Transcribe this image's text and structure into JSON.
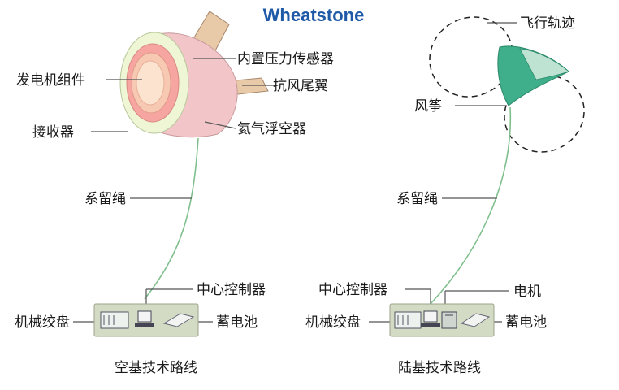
{
  "title": "Wheatstone",
  "airborne": {
    "labels": {
      "generator": "发电机组件",
      "receiver": "接收器",
      "pressure_sensor": "内置压力传感器",
      "tail_wing": "抗风尾翼",
      "helium_body": "氦气浮空器",
      "tether": "系留绳",
      "controller": "中心控制器",
      "winch": "机械绞盘",
      "battery": "蓄电池"
    },
    "caption": "空基技术路线"
  },
  "ground": {
    "labels": {
      "trajectory": "飞行轨迹",
      "kite": "风筝",
      "tether": "系留绳",
      "controller": "中心控制器",
      "motor": "电机",
      "winch": "机械绞盘",
      "battery": "蓄电池"
    },
    "caption": "陆基技术路线"
  }
}
